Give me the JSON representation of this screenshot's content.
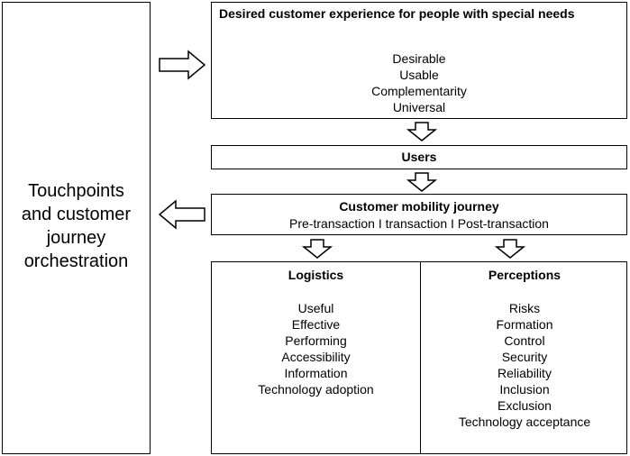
{
  "left_box": {
    "lines": [
      "Touchpoints",
      "and customer",
      "journey",
      "orchestration"
    ]
  },
  "top_box": {
    "title": "Desired customer experience for people with special needs",
    "items": [
      "Desirable",
      "Usable",
      "Complementarity",
      "Universal"
    ]
  },
  "users_box": {
    "title": "Users"
  },
  "journey_box": {
    "title": "Customer mobility journey",
    "subtitle": "Pre-transaction I transaction I Post-transaction"
  },
  "logistics_box": {
    "title": "Logistics",
    "items": [
      "Useful",
      "Effective",
      "Performing",
      "Accessibility",
      "Information",
      "Technology adoption"
    ]
  },
  "perceptions_box": {
    "title": "Perceptions",
    "items": [
      "Risks",
      "Formation",
      "Control",
      "Security",
      "Reliability",
      "Inclusion",
      "Exclusion",
      "Technology acceptance"
    ]
  }
}
